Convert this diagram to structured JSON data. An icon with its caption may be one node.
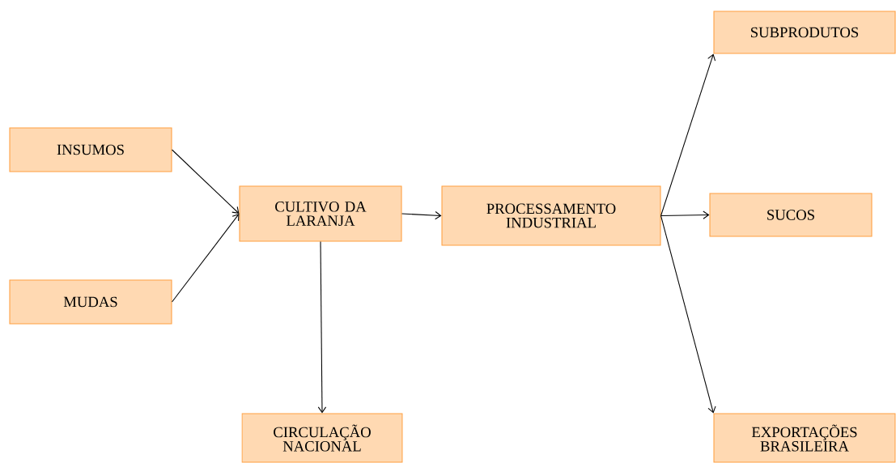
{
  "diagram": {
    "nodes": [
      {
        "text": [
          "INSUMOS"
        ]
      },
      {
        "text": [
          "MUDAS"
        ]
      },
      {
        "text": [
          "CULTIVO DA LARANJA"
        ]
      },
      {
        "text": [
          "PROCESSAMENTO INDUSTRIAL"
        ]
      },
      {
        "text": [
          "CIRCULAÇÃO NACIONAL"
        ]
      },
      {
        "text": [
          "SUBPRODUTOS"
        ]
      },
      {
        "text": [
          "SUCOS"
        ]
      },
      {
        "text": [
          "EXPORTAÇÕES BRASILEIRA"
        ]
      }
    ],
    "edges": [
      {
        "from": 0,
        "to": 2,
        "arrow": "to"
      },
      {
        "from": 1,
        "to": 2,
        "arrow": "to"
      },
      {
        "from": 2,
        "to": 3,
        "arrow": "to"
      },
      {
        "from": 2,
        "to": 4,
        "arrow": "to"
      },
      {
        "from": 3,
        "to": 5,
        "arrow": "to"
      },
      {
        "from": 3,
        "to": 6,
        "arrow": "to"
      },
      {
        "from": 3,
        "to": 7,
        "arrow": "to"
      }
    ]
  }
}
